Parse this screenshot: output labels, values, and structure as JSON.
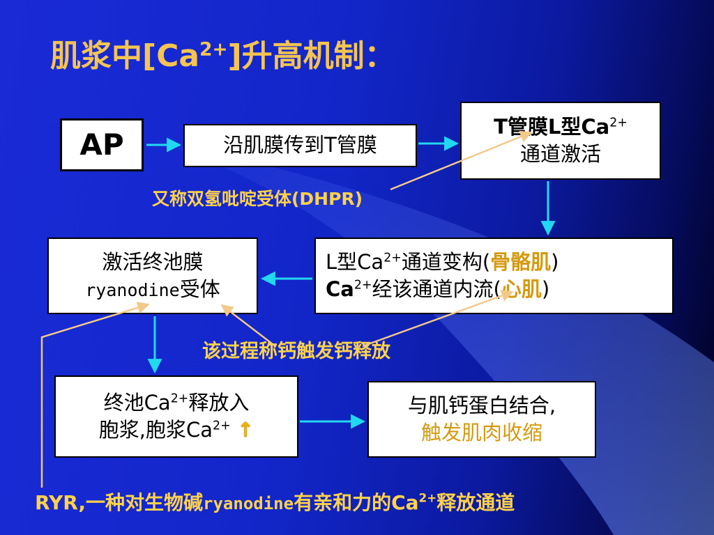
{
  "title": {
    "main": "肌浆中[Ca",
    "sup": "2+",
    "rest": "]升高机制："
  },
  "boxes": {
    "ap": "AP",
    "spread": "沿肌膜传到T管膜",
    "tchan": {
      "l1a": "T管膜L型Ca",
      "l1sup": "2+",
      "l2": "通道激活"
    },
    "conform": {
      "l1a": "L型Ca",
      "l1sup": "2+",
      "l1b": "通道变构(",
      "l1hl": "骨骼肌",
      "l1c": ")",
      "l2a": "Ca",
      "l2sup": "2+",
      "l2b": "经该通道内流(",
      "l2hl": "心肌",
      "l2c": ")"
    },
    "terminal": {
      "l1": "激活终池膜",
      "l2a": "ryanodine",
      "l2b": "受体"
    },
    "release": {
      "l1a": "终池Ca",
      "l1sup": "2+",
      "l1b": "释放入",
      "l2a": "胞浆,胞浆Ca",
      "l2sup": "2+",
      "arrow": "↑"
    },
    "bind": {
      "l1": "与肌钙蛋白结合,",
      "l2": "触发肌肉收缩"
    }
  },
  "notes": {
    "dhpr": "又称双氢吡啶受体(DHPR)",
    "cicr": "该过程称钙触发钙释放",
    "ryr": {
      "a": "RYR,一种对生物碱",
      "b": "ryanodine",
      "c": "有亲和力的Ca",
      "sup": "2+",
      "d": "释放通道"
    }
  },
  "colors": {
    "title": "#f5c451",
    "note": "#ffd24a",
    "highlight": "#d59a10",
    "arrow": "#22d8f0",
    "pointer": "#f3c98a"
  }
}
